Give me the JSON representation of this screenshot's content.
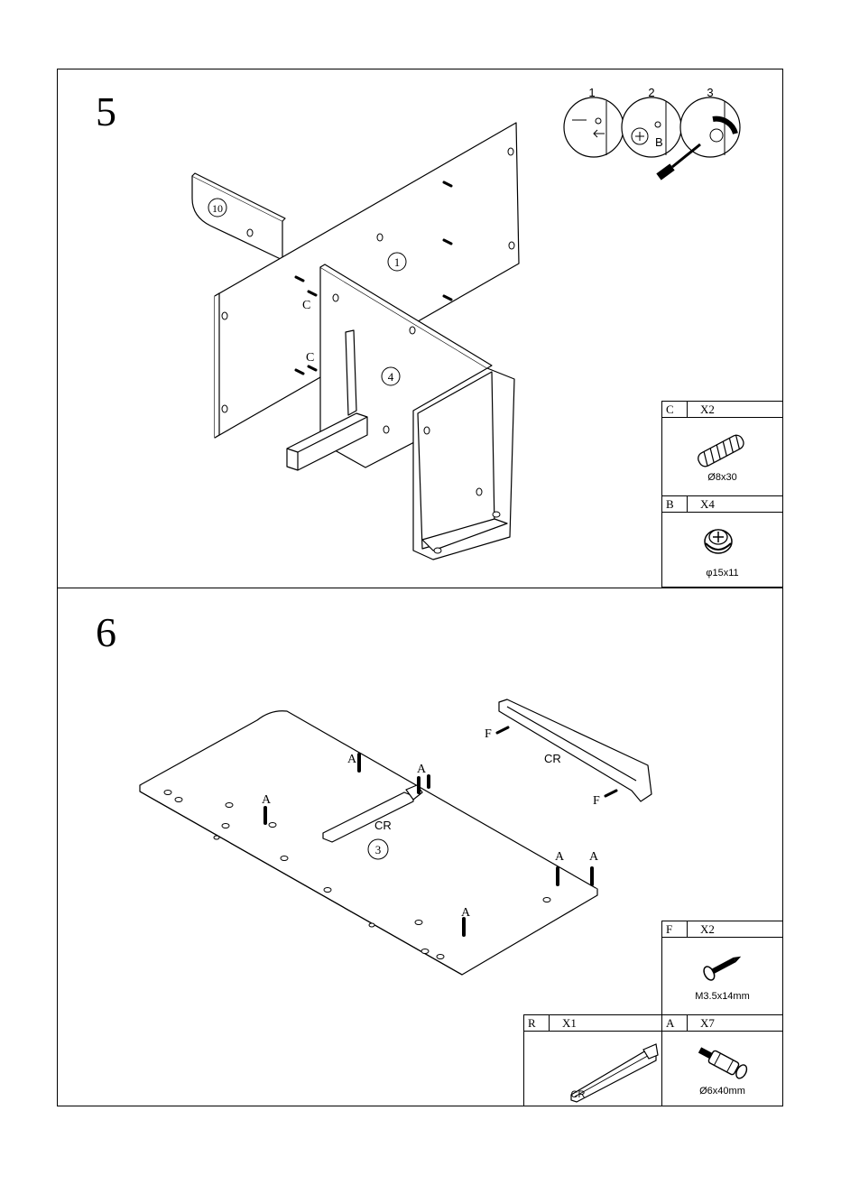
{
  "step5": {
    "number": "5",
    "inset_steps": [
      "1",
      "2",
      "3"
    ],
    "inset_label_b": "B",
    "panel_labels": {
      "p10": "10",
      "p1": "1",
      "p4": "4"
    },
    "dowel_labels": [
      "C",
      "C"
    ],
    "hardware": [
      {
        "letter": "C",
        "qty": "X2",
        "size": "Ø8x30"
      },
      {
        "letter": "B",
        "qty": "X4",
        "size": "φ15x11"
      }
    ]
  },
  "step6": {
    "number": "6",
    "panel_label": "3",
    "rail_labels": [
      "CR",
      "CR"
    ],
    "screw_labels": [
      "F",
      "F"
    ],
    "pin_labels": [
      "A",
      "A",
      "A",
      "A",
      "A",
      "A"
    ],
    "hardware": [
      {
        "letter": "F",
        "qty": "X2",
        "size": "M3.5x14mm"
      },
      {
        "letter": "R",
        "qty": "X1",
        "size": "CR"
      },
      {
        "letter": "A",
        "qty": "X7",
        "size": "Ø6x40mm"
      }
    ]
  }
}
